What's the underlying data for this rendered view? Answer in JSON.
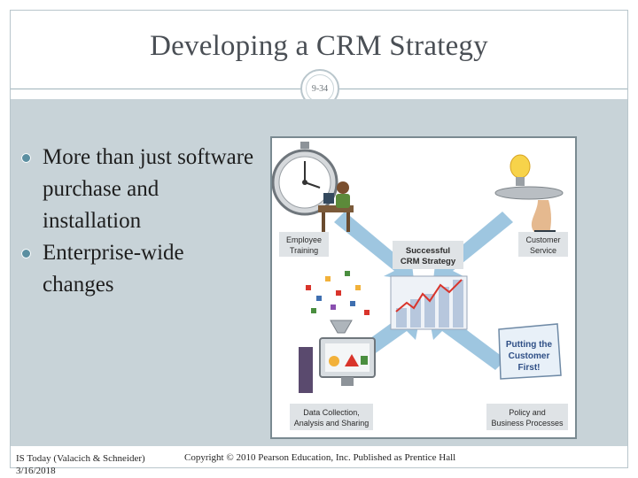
{
  "slide": {
    "title": "Developing a CRM Strategy",
    "page_badge": "9-34",
    "bullets": [
      "More than just software purchase and installation",
      "Enterprise-wide changes"
    ],
    "figure": {
      "center_label_line1": "Successful",
      "center_label_line2": "CRM Strategy",
      "employee_training_line1": "Employee",
      "employee_training_line2": "Training",
      "customer_service_line1": "Customer",
      "customer_service_line2": "Service",
      "data_collection_line1": "Data Collection,",
      "data_collection_line2": "Analysis and Sharing",
      "policy_line1": "Policy and",
      "policy_line2": "Business Processes",
      "scroll_line1": "Putting the",
      "scroll_line2": "Customer",
      "scroll_line3": "First!"
    },
    "footer": {
      "source": "IS Today (Valacich & Schneider)",
      "date": "3/16/2018",
      "copyright": "Copyright © 2010 Pearson Education, Inc. Published as Prentice Hall"
    }
  },
  "colors": {
    "content_bg": "#c8d3d8",
    "bullet": "#5b8fa1",
    "arrow": "#9ec6e0",
    "label_bg": "#dfe3e6",
    "chart_bar": "#b7c7dd",
    "chart_line": "#d9342b"
  }
}
